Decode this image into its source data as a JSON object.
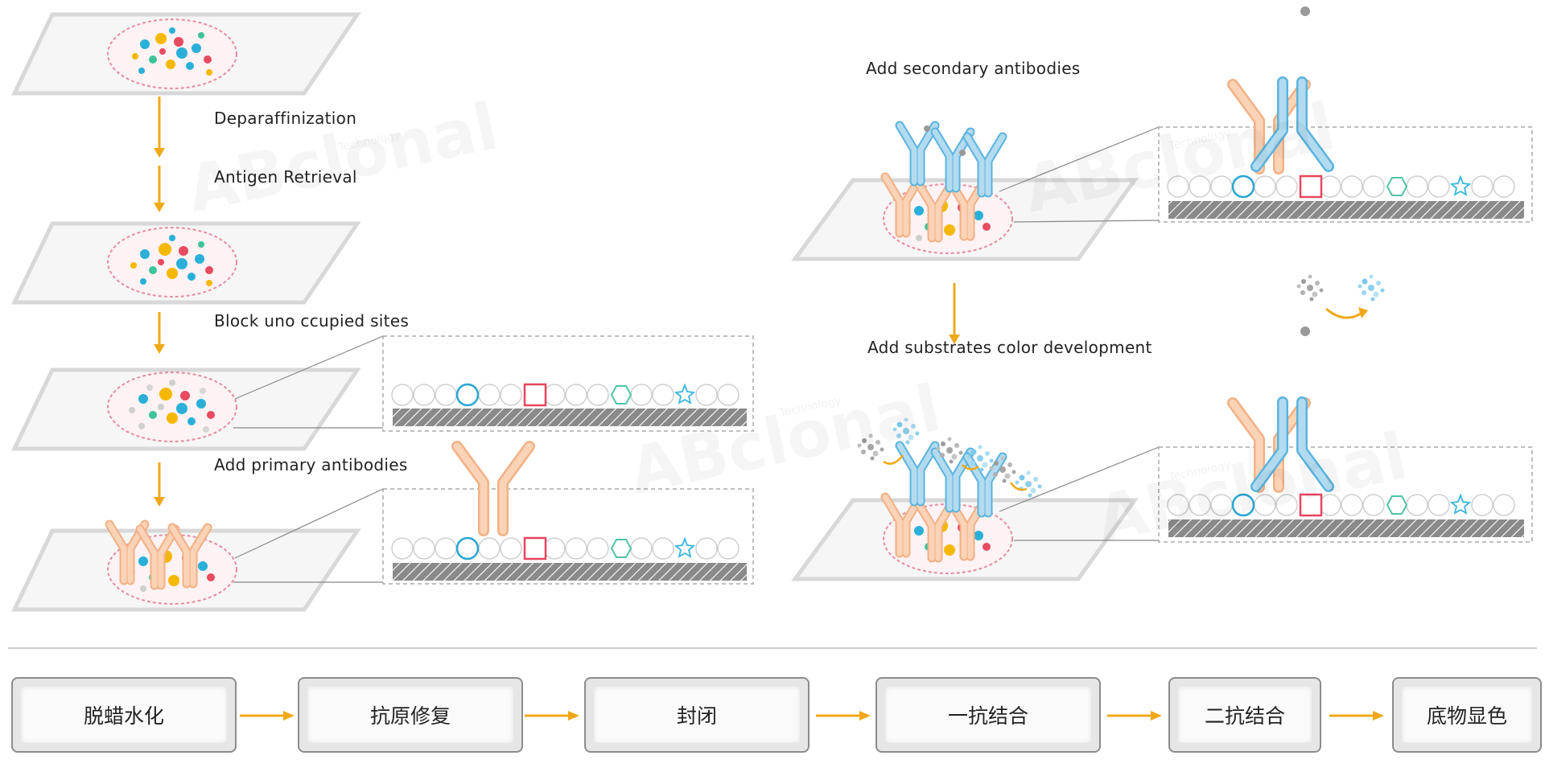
{
  "steps_en": {
    "deparaffinization": "Deparaffinization",
    "antigen_retrieval": "Antigen Retrieval",
    "block": "Block uno ccupied sites",
    "primary": "Add primary antibodies",
    "secondary": "Add secondary antibodies",
    "substrates": "Add substrates color development"
  },
  "workflow": [
    "脱蜡水化",
    "抗原修复",
    "封闭",
    "一抗结合",
    "二抗结合",
    "底物显色"
  ],
  "watermark": {
    "brand": "ABclonal",
    "sub": "Technology"
  },
  "colors": {
    "arrow": "#f0a818",
    "primary_antibody": "#fbd3b6",
    "primary_antibody_stroke": "#f2b186",
    "secondary_antibody": "#b3dbf0",
    "secondary_antibody_stroke": "#5bb4de",
    "enzyme": "#999999",
    "circle_marker": "#2aa6d3",
    "square_marker": "#e8465e",
    "hexagon_marker": "#4fc4a7",
    "star_marker": "#39b6df",
    "slide_border": "#d8d8d8",
    "tissue_border": "#e38ea0"
  }
}
